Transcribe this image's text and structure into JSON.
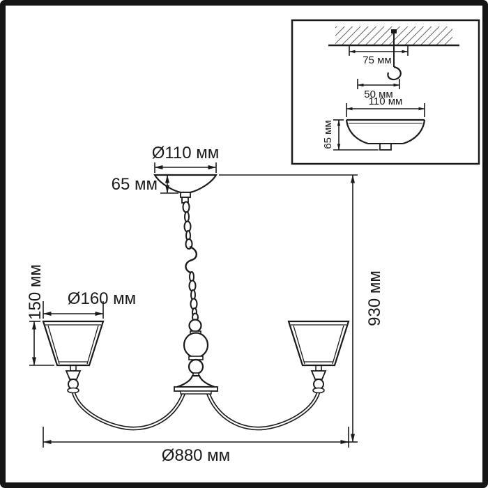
{
  "colors": {
    "line": "#1a1a1a",
    "background": "#ffffff"
  },
  "main": {
    "canopy_diameter": "Ø110 мм",
    "canopy_height": "65 мм",
    "shade_diameter": "Ø160 мм",
    "shade_height": "150 мм",
    "fixture_height": "930 мм",
    "fixture_diameter": "Ø880 мм"
  },
  "inset": {
    "mount_spacing": "75 мм",
    "hook_width": "50 мм",
    "canopy_diameter": "110 мм",
    "canopy_height": "65 мм"
  }
}
